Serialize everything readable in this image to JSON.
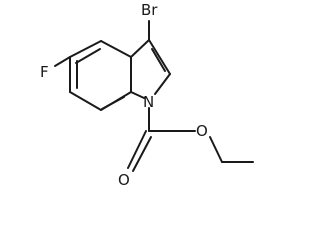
{
  "molecule": {
    "atoms": {
      "bromine": "Br",
      "fluorine": "F",
      "nitrogen": "N",
      "carbonyl_oxygen": "O",
      "ester_oxygen": "O"
    },
    "colors": {
      "bond": "#1a1a1a",
      "text": "#1a1a1a",
      "background": "#ffffff"
    }
  }
}
